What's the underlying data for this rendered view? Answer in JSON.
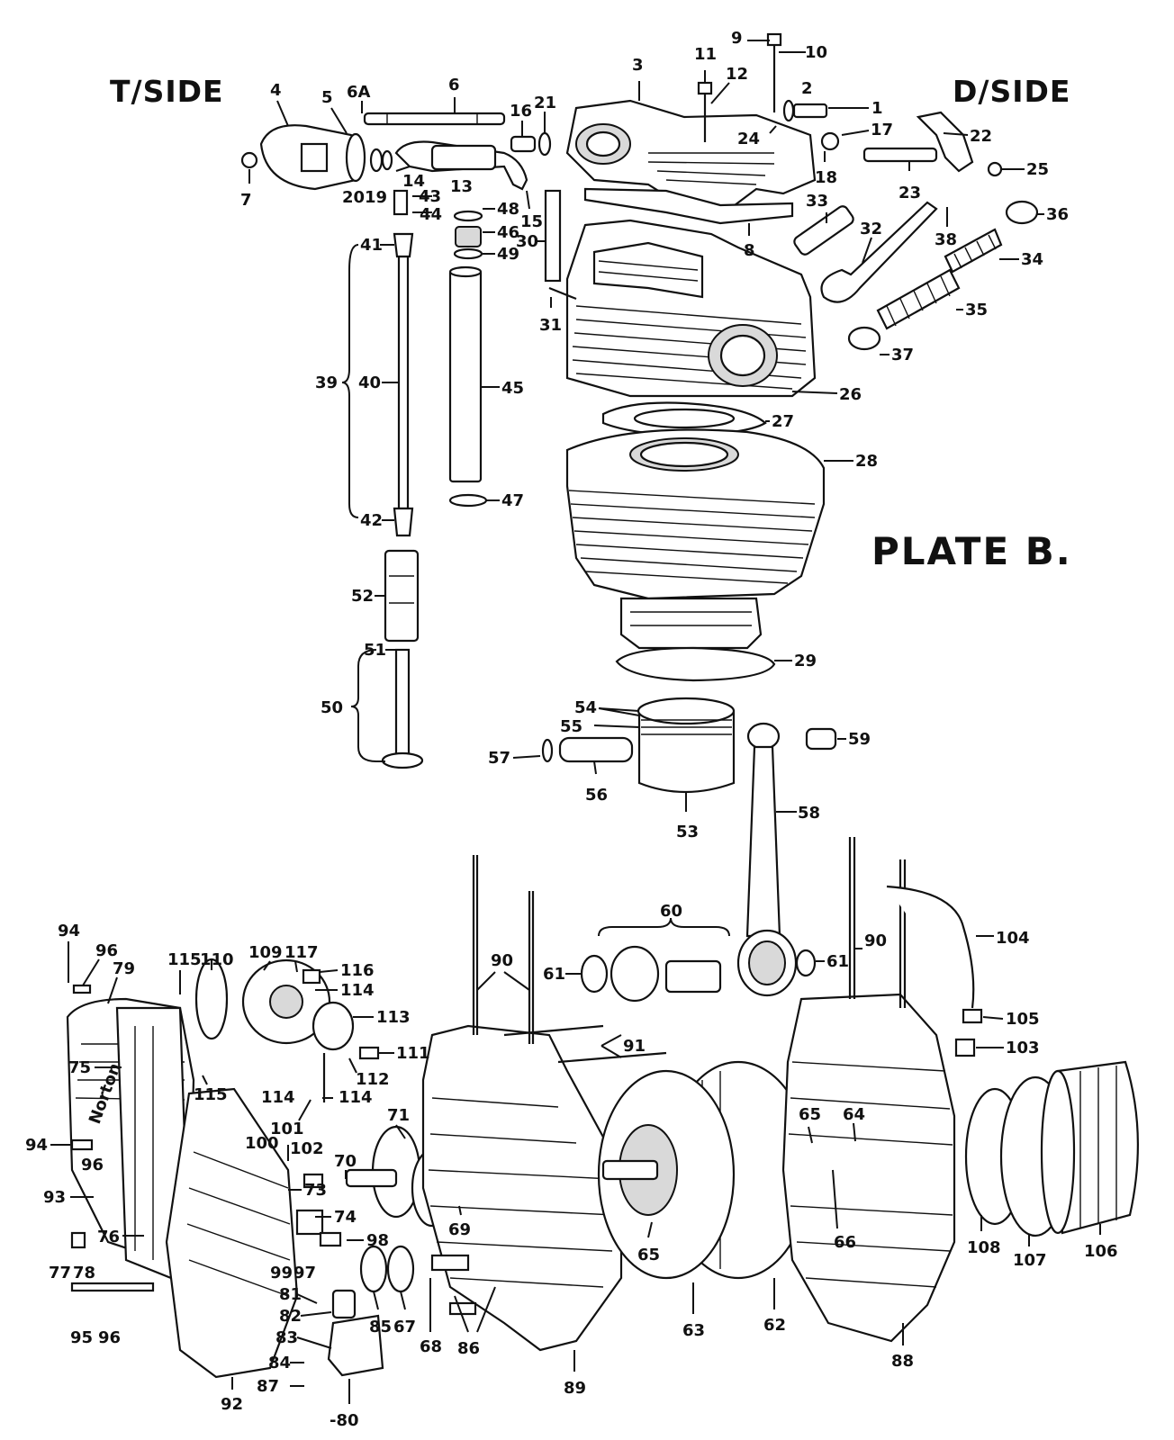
{
  "headings": {
    "timing_side": "T/SIDE",
    "drive_side": "D/SIDE",
    "plate_title": "PLATE B."
  },
  "callouts": [
    "9",
    "10",
    "11",
    "12",
    "3",
    "2",
    "1",
    "6A",
    "6",
    "4",
    "5",
    "16",
    "21",
    "17",
    "24",
    "18",
    "7",
    "20",
    "19",
    "14",
    "13",
    "15",
    "43",
    "44",
    "48",
    "46",
    "49",
    "30",
    "33",
    "32",
    "38",
    "34",
    "36",
    "35",
    "37",
    "41",
    "31",
    "39",
    "40",
    "45",
    "26",
    "27",
    "28",
    "42",
    "47",
    "52",
    "29",
    "51",
    "50",
    "54",
    "55",
    "57",
    "56",
    "53",
    "59",
    "58",
    "60",
    "22",
    "25",
    "23",
    "8",
    "94",
    "96",
    "79",
    "115",
    "110",
    "109",
    "117",
    "116",
    "114",
    "113",
    "111",
    "112",
    "114b",
    "114c",
    "75",
    "115b",
    "71",
    "70",
    "100",
    "101",
    "102",
    "73",
    "74",
    "98",
    "99",
    "97",
    "77",
    "78",
    "95",
    "96b",
    "81",
    "82",
    "83",
    "84",
    "87",
    "80",
    "92",
    "93",
    "76",
    "94b",
    "96c",
    "90",
    "91",
    "61",
    "61b",
    "90b",
    "104",
    "105",
    "103",
    "65",
    "64",
    "65b",
    "66",
    "63",
    "62",
    "88",
    "108",
    "107",
    "106",
    "89",
    "86",
    "68",
    "85",
    "67",
    "69"
  ],
  "labels": {
    "9": "9",
    "10": "10",
    "11": "11",
    "12": "12",
    "3": "3",
    "2": "2",
    "1": "1",
    "6A": "6A",
    "6": "6",
    "4": "4",
    "5": "5",
    "16": "16",
    "21": "21",
    "17": "17",
    "24": "24",
    "18": "18",
    "7": "7",
    "20": "20",
    "19": "19",
    "14": "14",
    "13": "13",
    "15": "15",
    "43": "43",
    "44": "44",
    "48": "48",
    "46": "46",
    "49": "49",
    "30": "30",
    "33": "33",
    "32": "32",
    "38": "38",
    "34": "34",
    "36": "36",
    "35": "35",
    "37": "37",
    "41": "41",
    "31": "31",
    "39": "39",
    "40": "40",
    "45": "45",
    "26": "26",
    "27": "27",
    "28": "28",
    "42": "42",
    "47": "47",
    "52": "52",
    "29": "29",
    "51": "51",
    "50": "50",
    "54": "54",
    "55": "55",
    "57": "57",
    "56": "56",
    "53": "53",
    "59": "59",
    "58": "58",
    "60": "60",
    "22": "22",
    "25": "25",
    "23": "23",
    "8": "8",
    "94": "94",
    "96": "96",
    "79": "79",
    "115": "115",
    "110": "110",
    "109": "109",
    "117": "117",
    "116": "116",
    "114": "114",
    "113": "113",
    "111": "111",
    "112": "112",
    "114b": "114",
    "114c": "114",
    "75": "75",
    "115b": "115",
    "71": "71",
    "70": "70",
    "100": "100",
    "101": "101",
    "102": "102",
    "73": "73",
    "74": "74",
    "98": "98",
    "99": "99",
    "97": "97",
    "77": "77",
    "78": "78",
    "95": "95",
    "96b": "96",
    "81": "81",
    "82": "82",
    "83": "83",
    "84": "84",
    "87": "87",
    "80": "-80",
    "92": "92",
    "93": "93",
    "76": "76",
    "94b": "94",
    "96c": "96",
    "90": "90",
    "91": "91",
    "61": "61",
    "61b": "61",
    "90b": "90",
    "104": "104",
    "105": "105",
    "103": "103",
    "65": "65",
    "64": "64",
    "65b": "65",
    "66": "66",
    "63": "63",
    "62": "62",
    "88": "88",
    "108": "108",
    "107": "107",
    "106": "106",
    "89": "89",
    "86": "86",
    "68": "68",
    "85": "85",
    "67": "67",
    "69": "69"
  },
  "timing_cover_inscription": "Norton"
}
